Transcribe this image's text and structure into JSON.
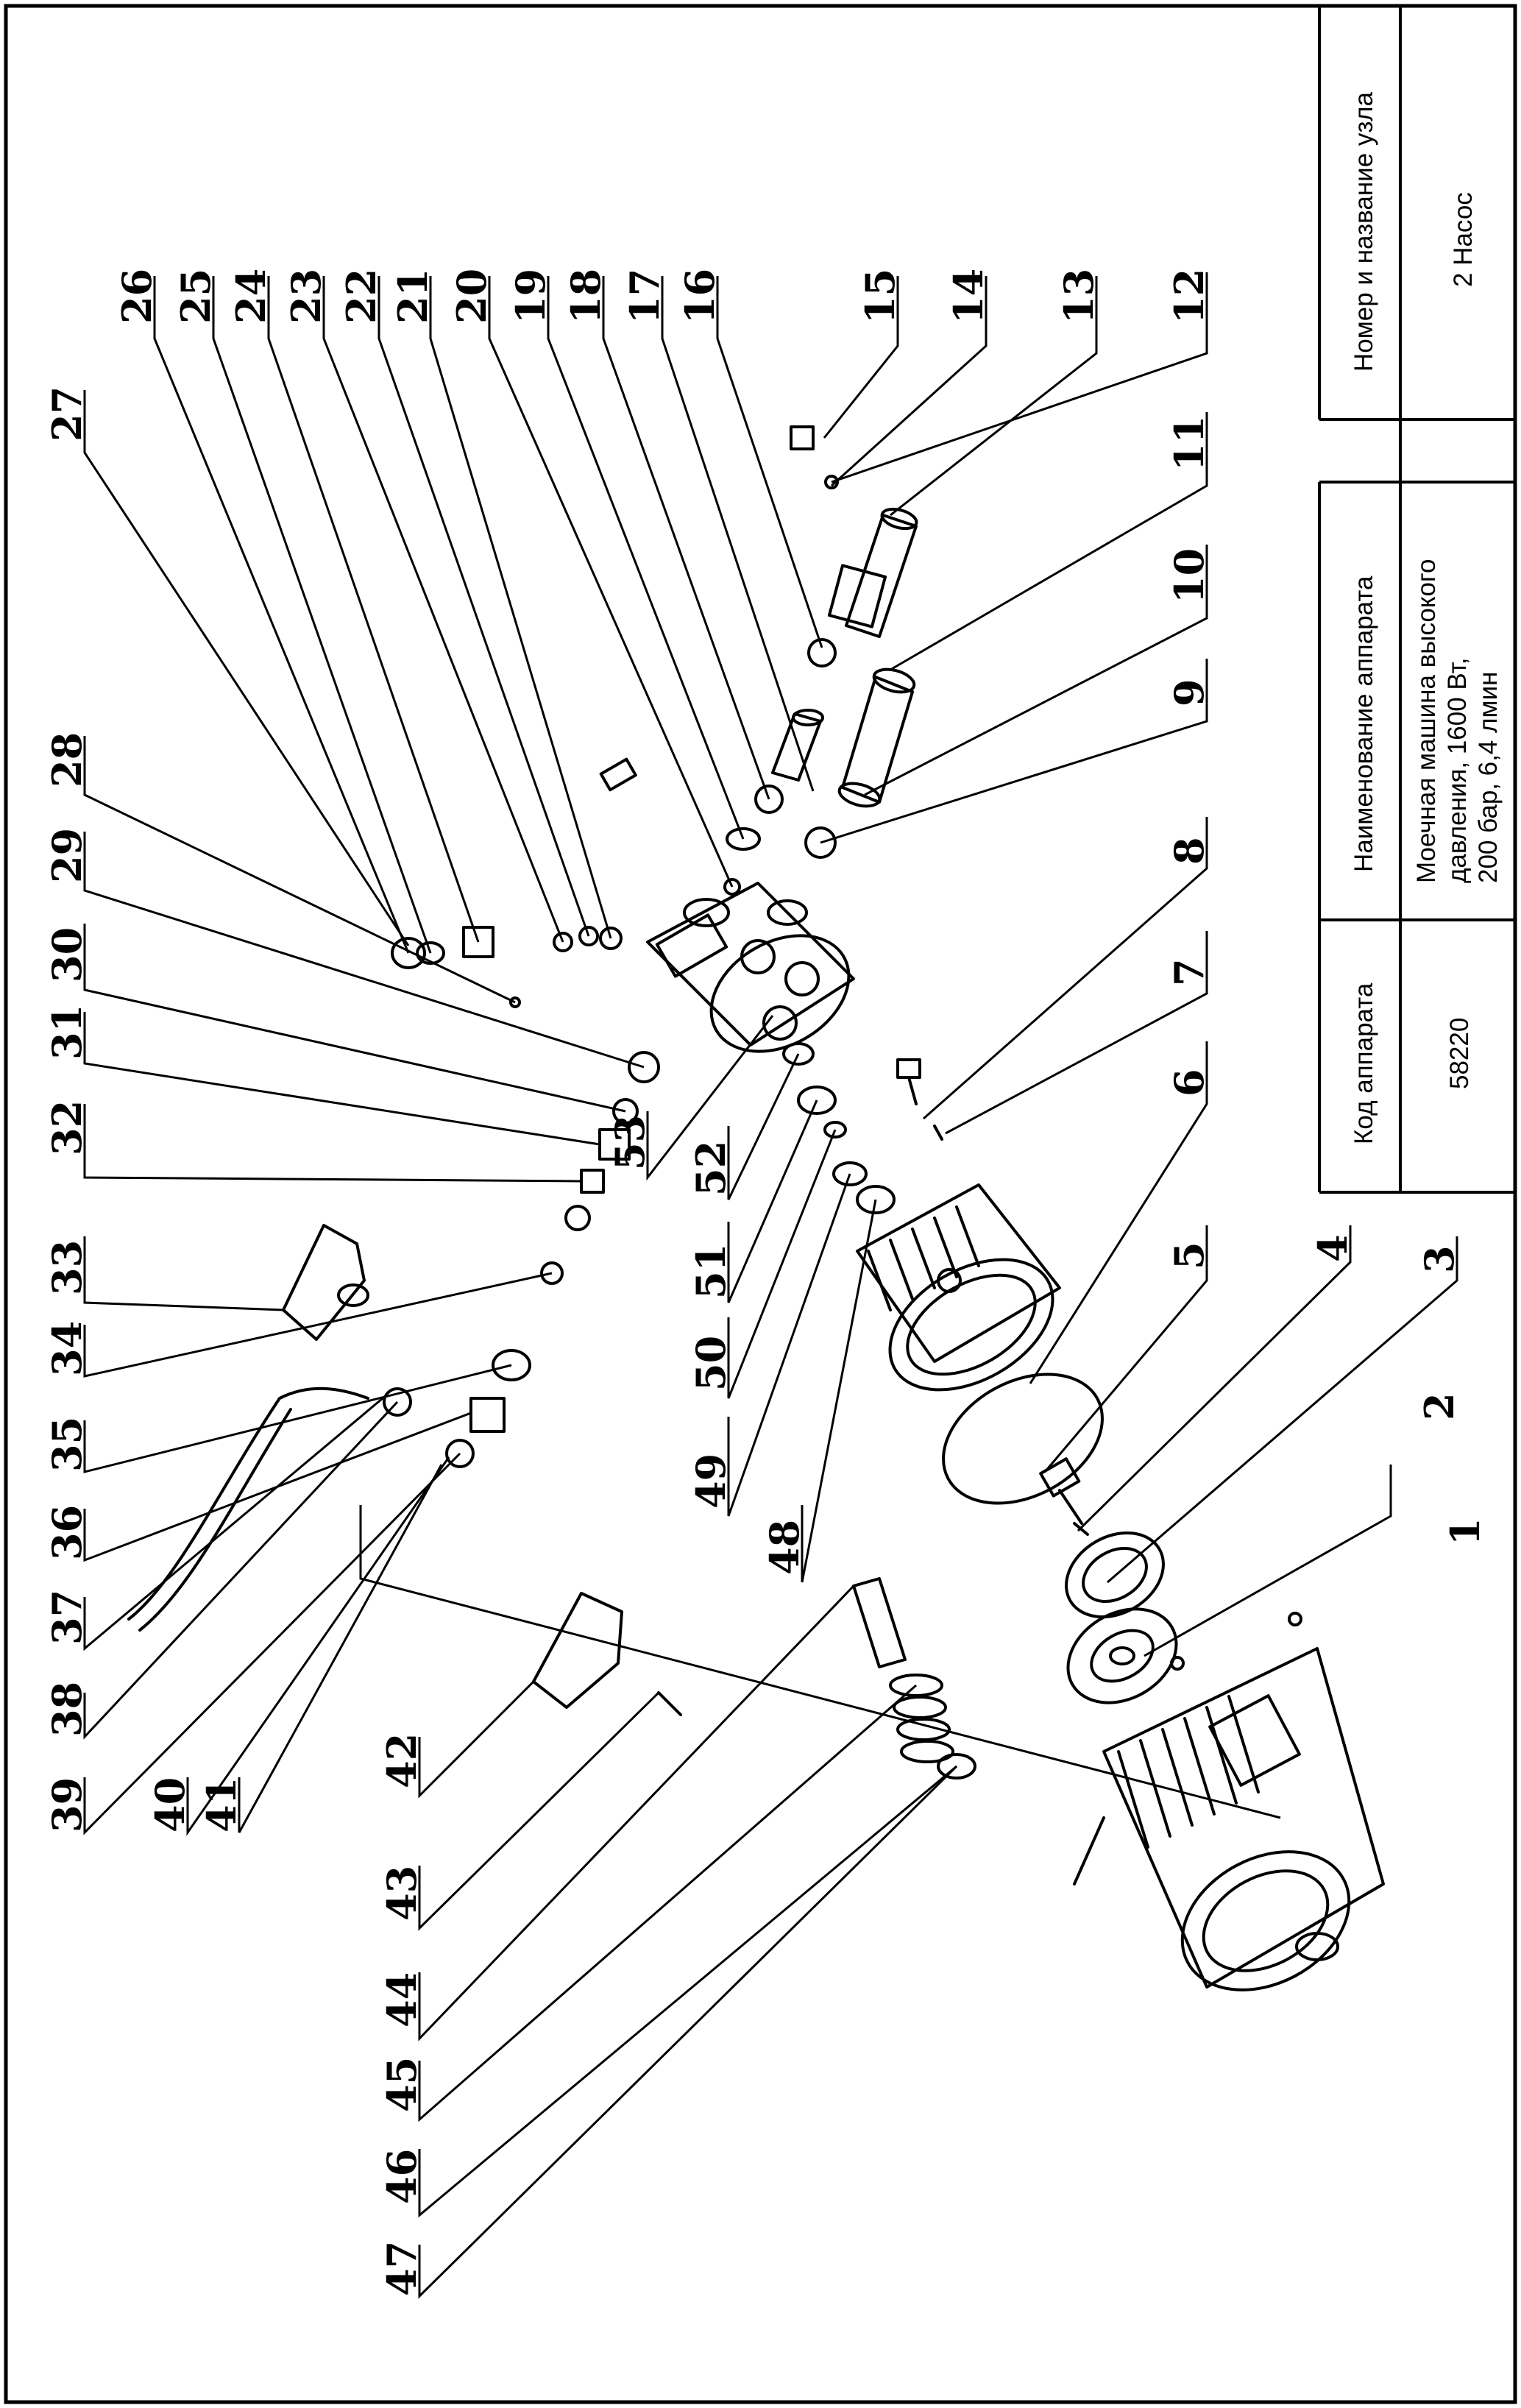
{
  "title_block": {
    "code_header": "Код аппарата",
    "code_value": "58220",
    "name_header": "Наименование аппарата",
    "name_value_line1": "Моечная машина высокого",
    "name_value_line2": "давления, 1600 Вт,",
    "name_value_line3": "200 бар, 6,4 лмин",
    "unit_header": "Номер и название узла",
    "unit_value": "2 Насос"
  },
  "callouts": [
    "1",
    "2",
    "3",
    "4",
    "5",
    "6",
    "7",
    "8",
    "9",
    "10",
    "11",
    "12",
    "13",
    "14",
    "15",
    "16",
    "17",
    "18",
    "19",
    "20",
    "21",
    "22",
    "23",
    "24",
    "25",
    "26",
    "27",
    "28",
    "29",
    "30",
    "31",
    "32",
    "33",
    "34",
    "35",
    "36",
    "37",
    "38",
    "39",
    "40",
    "41",
    "42",
    "43",
    "44",
    "45",
    "46",
    "47",
    "48",
    "49",
    "50",
    "51",
    "52",
    "53"
  ],
  "icons": {
    "motor": "electric-motor",
    "pump_housing": "pump-housing",
    "cylinder_head": "cylinder-head"
  }
}
